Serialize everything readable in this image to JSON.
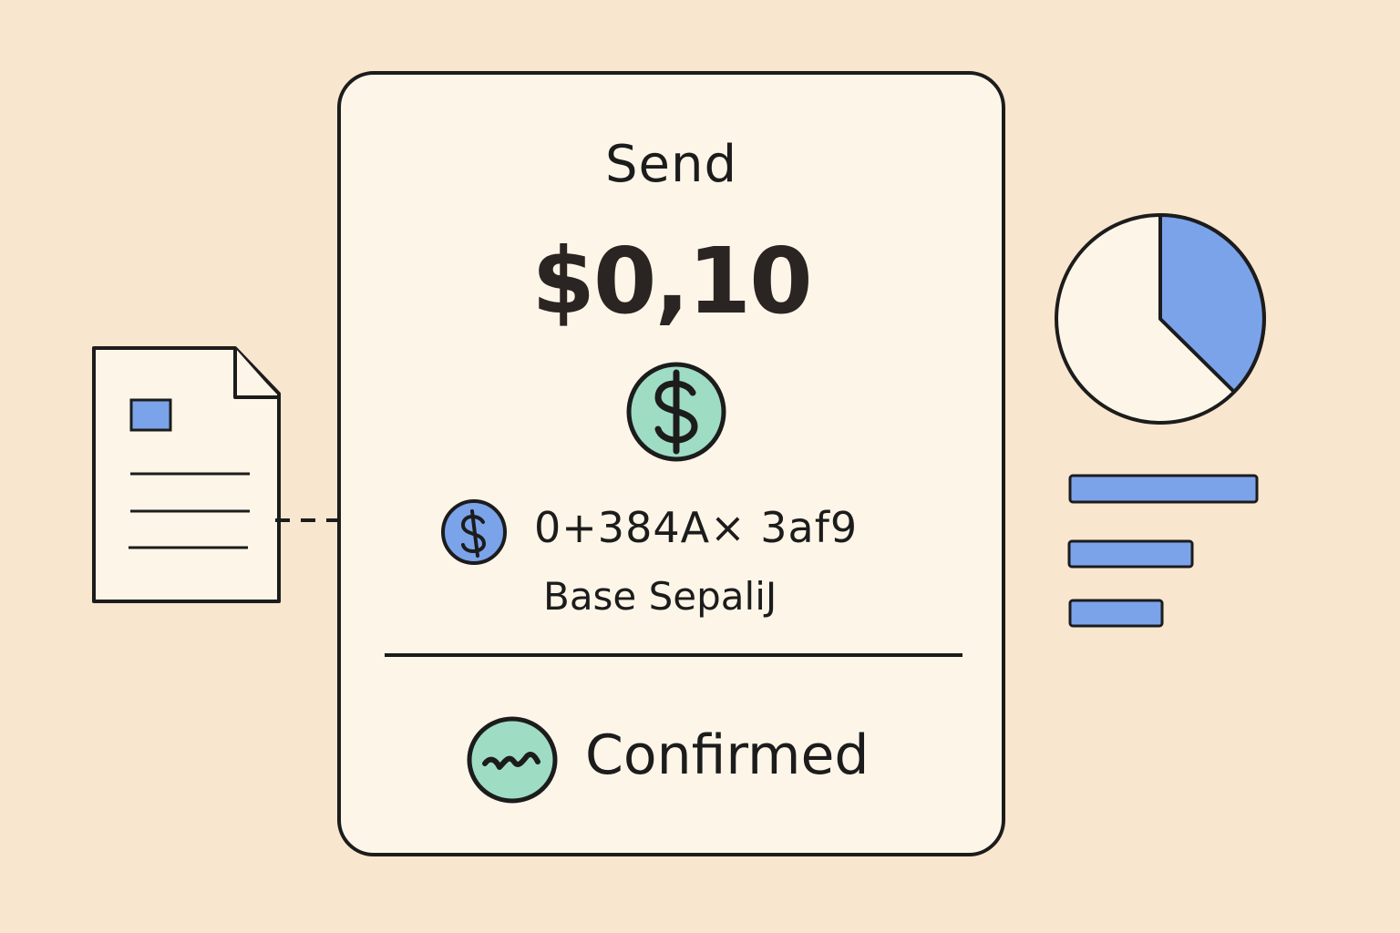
{
  "card": {
    "title": "Send",
    "amount": "$0,10",
    "recipient_address": "0+384A× 3af9",
    "network": "Base SepaliJ",
    "status": "Confirmed"
  },
  "icons": {
    "amount_coin": "dollar-coin-icon",
    "address_coin": "token-coin-icon",
    "status": "check-circle-icon",
    "left_document": "document-icon",
    "right_pie": "pie-chart-icon",
    "right_bars": "bar-list-icon"
  },
  "colors": {
    "background": "#f8e6cf",
    "card": "#fdf6e8",
    "green": "#9fdcc4",
    "blue": "#7ba3ea",
    "ink": "#1c1c1c"
  }
}
